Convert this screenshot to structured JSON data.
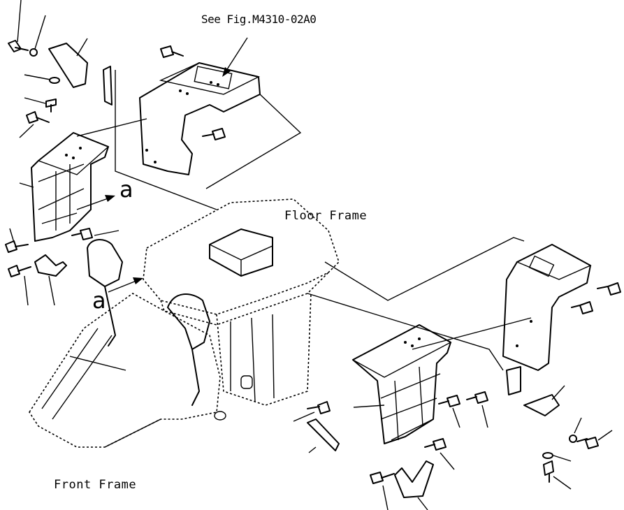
{
  "labels": {
    "reference": "See Fig.M4310-02A0",
    "floor_frame": "Floor Frame",
    "front_frame": "Front Frame",
    "view_a_1": "a",
    "view_a_2": "a"
  },
  "colors": {
    "background": "#ffffff",
    "line": "#000000"
  }
}
